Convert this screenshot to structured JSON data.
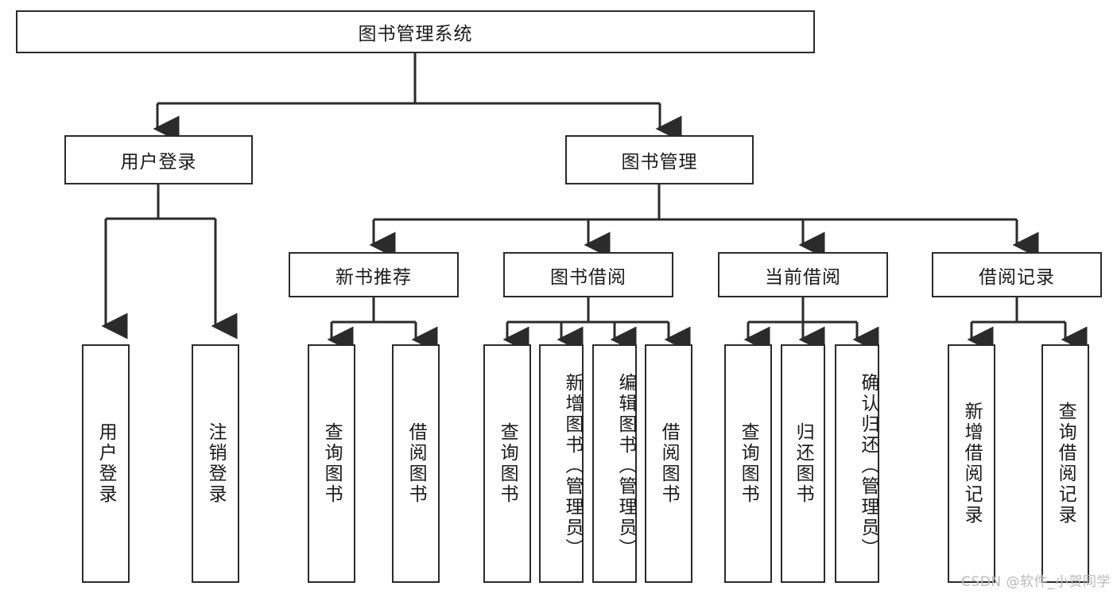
{
  "diagram": {
    "type": "tree-hierarchy-chart",
    "title": "图书管理系统",
    "stroke_color": "#2b2b2b",
    "fill_color": "#ffffff",
    "text_color": "#1a1a1a",
    "root": {
      "id": "root",
      "label": "图书管理系统",
      "orientation": "horizontal"
    },
    "level2": [
      {
        "id": "user-login",
        "label": "用户登录",
        "orientation": "horizontal"
      },
      {
        "id": "book-management",
        "label": "图书管理",
        "orientation": "horizontal"
      }
    ],
    "level3": [
      {
        "id": "new-book-recommend",
        "label": "新书推荐",
        "orientation": "horizontal"
      },
      {
        "id": "book-borrow",
        "label": "图书借阅",
        "orientation": "horizontal"
      },
      {
        "id": "current-borrow",
        "label": "当前借阅",
        "orientation": "horizontal"
      },
      {
        "id": "borrow-record",
        "label": "借阅记录",
        "orientation": "horizontal"
      }
    ],
    "leaves": [
      {
        "id": "leaf-user-login",
        "label": "用户登录",
        "parent": "user-login",
        "orientation": "vertical"
      },
      {
        "id": "leaf-user-logout",
        "label": "注销登录",
        "parent": "user-login",
        "orientation": "vertical"
      },
      {
        "id": "leaf-query-book-1",
        "label": "查询图书",
        "parent": "new-book-recommend",
        "orientation": "vertical"
      },
      {
        "id": "leaf-borrow-book-1",
        "label": "借阅图书",
        "parent": "new-book-recommend",
        "orientation": "vertical"
      },
      {
        "id": "leaf-query-book-2",
        "label": "查询图书",
        "parent": "book-borrow",
        "orientation": "vertical"
      },
      {
        "id": "leaf-add-book",
        "label": "新增图书（管理员）",
        "parent": "book-borrow",
        "orientation": "vertical"
      },
      {
        "id": "leaf-edit-book",
        "label": "编辑图书（管理员）",
        "parent": "book-borrow",
        "orientation": "vertical"
      },
      {
        "id": "leaf-borrow-book-2",
        "label": "借阅图书",
        "parent": "book-borrow",
        "orientation": "vertical"
      },
      {
        "id": "leaf-query-book-3",
        "label": "查询图书",
        "parent": "current-borrow",
        "orientation": "vertical"
      },
      {
        "id": "leaf-return-book",
        "label": "归还图书",
        "parent": "current-borrow",
        "orientation": "vertical"
      },
      {
        "id": "leaf-confirm-return",
        "label": "确认归还（管理员）",
        "parent": "current-borrow",
        "orientation": "vertical"
      },
      {
        "id": "leaf-add-record",
        "label": "新增借阅记录",
        "parent": "borrow-record",
        "orientation": "vertical"
      },
      {
        "id": "leaf-query-record",
        "label": "查询借阅记录",
        "parent": "borrow-record",
        "orientation": "vertical"
      }
    ]
  },
  "watermark": {
    "text": "CSDN @软件_小贺同学"
  }
}
